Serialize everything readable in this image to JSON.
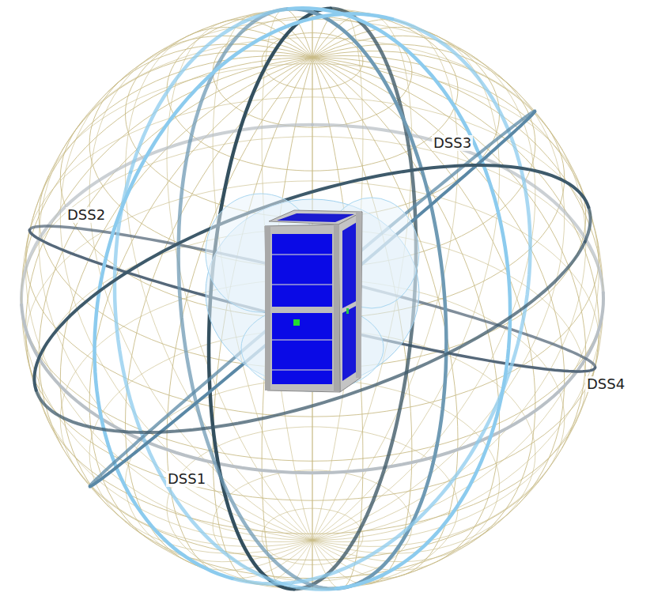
{
  "diagram": {
    "labels": [
      "DSS1",
      "DSS2",
      "DSS3",
      "DSS4"
    ]
  }
}
